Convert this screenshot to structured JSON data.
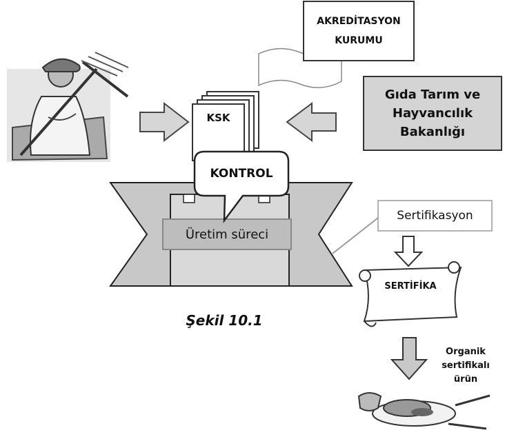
{
  "accreditation": {
    "line1": "AKREDİTASYON",
    "line2": "KURUMU"
  },
  "ministry": {
    "line1": "Gıda Tarım ve",
    "line2": "Hayvancılık",
    "line3": "Bakanlığı"
  },
  "ksk_label": "KSK",
  "control_label": "KONTROL",
  "production_label": "Üretim süreci",
  "certification_label": "Sertifikasyon",
  "certificate_label": "SERTİFİKA",
  "product": {
    "line1": "Organik",
    "line2": "sertifikalı",
    "line3": "ürün"
  },
  "figure_caption": "Şekil 10.1",
  "colors": {
    "fill_gray": "#d0d0d0",
    "stroke": "#333333",
    "ministry_fill": "#d4d4d4"
  },
  "icons": [
    "farmer-illustration",
    "document-stack-icon",
    "flag-document-icon",
    "certificate-scroll-icon",
    "food-plate-illustration"
  ]
}
